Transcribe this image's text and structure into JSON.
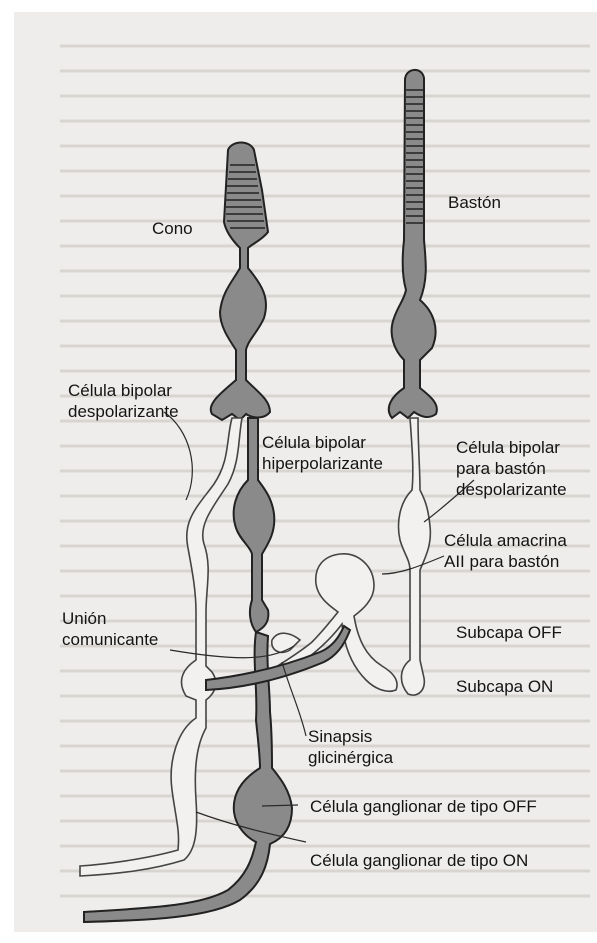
{
  "labels": {
    "cone": "Cono",
    "rod": "Bastón",
    "bipolar_depol": "Célula bipolar despolarizante",
    "bipolar_hyper": "Célula bipolar hiperpolarizante",
    "bipolar_rod": "Célula bipolar para bastón despolarizante",
    "amacrine": "Célula amacrina AII para bastón",
    "gap_junction": "Unión comunicante",
    "sublayer_off": "Subcapa OFF",
    "sublayer_on": "Subcapa ON",
    "glycinergic": "Sinapsis glicinérgica",
    "ganglion_off": "Célula ganglionar de tipo OFF",
    "ganglion_on": "Célula ganglionar de tipo ON"
  },
  "colors": {
    "cell_fill": "#8a8a8a",
    "outline": "#222222",
    "background": "#efedec"
  }
}
